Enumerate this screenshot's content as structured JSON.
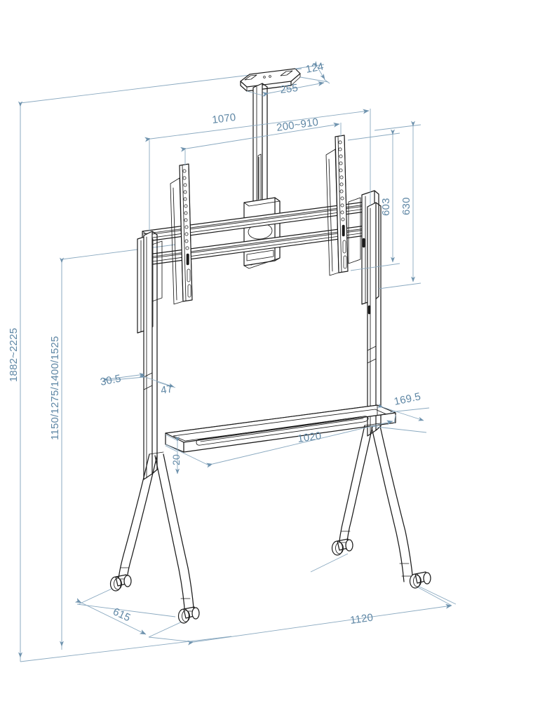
{
  "drawing": {
    "title": "Mobile TV Floor Stand - Dimensioned Isometric Drawing",
    "units": "mm",
    "projection": "isometric",
    "line_color": "#1a1a1a",
    "dimension_color": "#5f87a5",
    "background_color": "#ffffff"
  },
  "dimensions": {
    "camera_shelf_depth": "124",
    "camera_shelf_width": "255",
    "crossbar_width": "1070",
    "vesa_width_range": "200~910",
    "vesa_height_inner": "603",
    "vesa_height_outer": "630",
    "mast_depth": "30.5",
    "mast_width": "47",
    "tray_offset_depth": "169.5",
    "tray_width": "1020",
    "tray_thickness": "20",
    "base_depth": "615",
    "base_width": "1120",
    "overall_height_range": "1882~2225",
    "screen_height_settings": "1150/1275/1400/1525"
  },
  "parts": {
    "camera_shelf": "camera-shelf-plate",
    "lift_column": "telescopic-lift-column",
    "column_slot": "column-adjustment-slot",
    "bracket_housing": "central-bracket-housing",
    "bracket_oval": "cable-pass-through-oval",
    "crossbar_upper": "upper-mount-crossbar",
    "crossbar_lower": "lower-mount-crossbar",
    "vesa_strip_left": "left-vesa-strip",
    "vesa_strip_right": "right-vesa-strip",
    "mast_left": "left-vertical-mast",
    "mast_right": "right-vertical-mast",
    "tray": "equipment-tray-shelf",
    "tray_slot": "tray-cable-slot",
    "leg_front_left": "front-left-leg",
    "leg_rear_left": "rear-left-leg",
    "leg_front_right": "front-right-leg",
    "leg_rear_right": "rear-right-leg",
    "casters": "caster-wheels"
  }
}
